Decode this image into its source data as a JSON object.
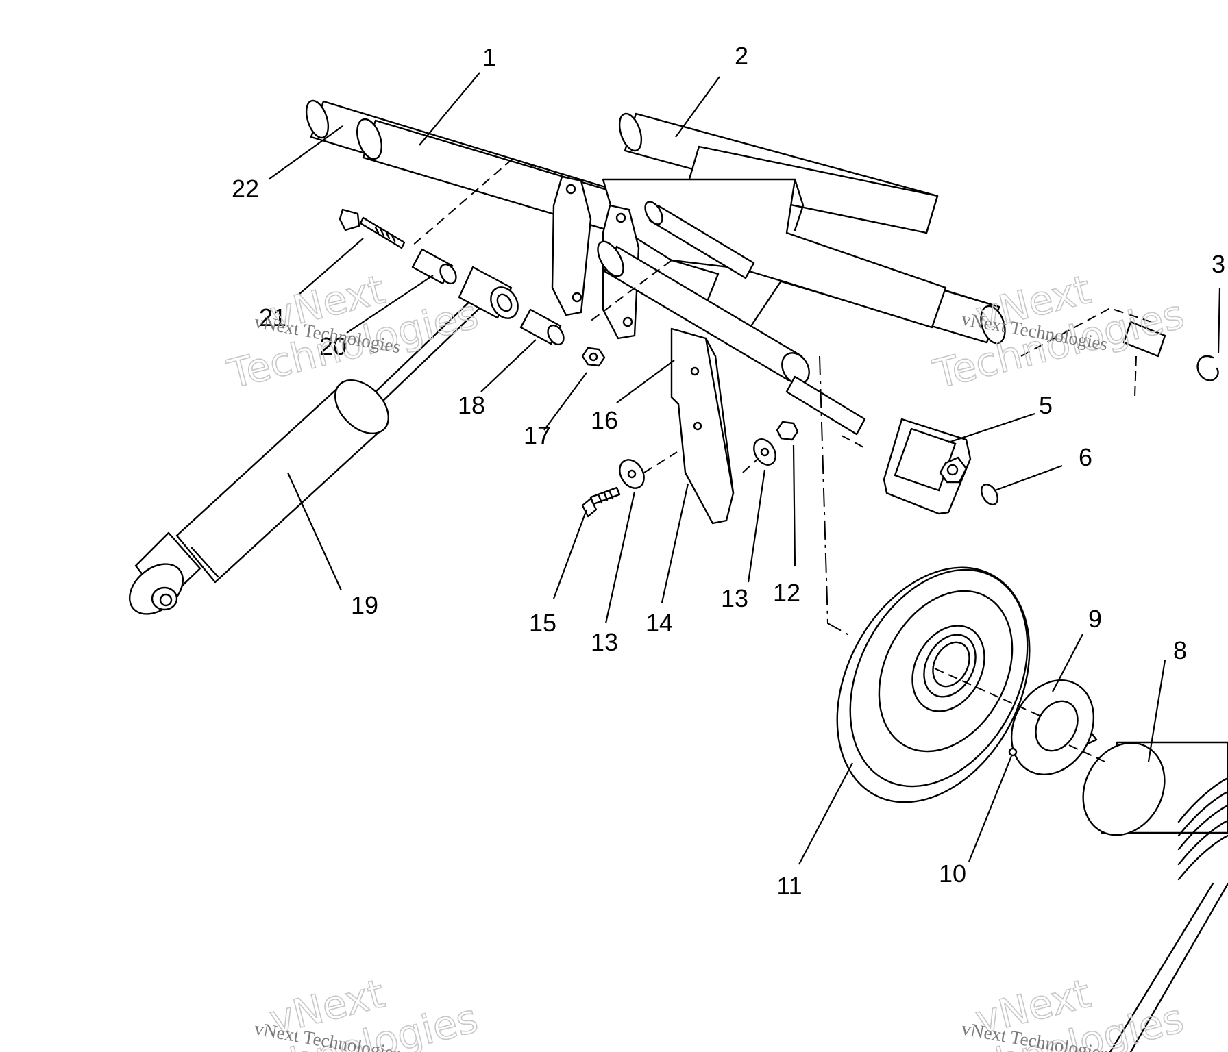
{
  "diagram": {
    "callouts": [
      {
        "id": "c1",
        "text": "1"
      },
      {
        "id": "c2",
        "text": "2"
      },
      {
        "id": "c3",
        "text": "3"
      },
      {
        "id": "c5",
        "text": "5"
      },
      {
        "id": "c6",
        "text": "6"
      },
      {
        "id": "c8",
        "text": "8"
      },
      {
        "id": "c9",
        "text": "9"
      },
      {
        "id": "c10",
        "text": "10"
      },
      {
        "id": "c11",
        "text": "11"
      },
      {
        "id": "c12",
        "text": "12"
      },
      {
        "id": "c13a",
        "text": "13"
      },
      {
        "id": "c13b",
        "text": "13"
      },
      {
        "id": "c14",
        "text": "14"
      },
      {
        "id": "c15",
        "text": "15"
      },
      {
        "id": "c16",
        "text": "16"
      },
      {
        "id": "c17",
        "text": "17"
      },
      {
        "id": "c18",
        "text": "18"
      },
      {
        "id": "c19",
        "text": "19"
      },
      {
        "id": "c20",
        "text": "20"
      },
      {
        "id": "c21",
        "text": "21"
      },
      {
        "id": "c22",
        "text": "22"
      }
    ]
  },
  "watermark": {
    "line1": "vNext",
    "line2": "Technologies",
    "caption": "vNext Technologies"
  }
}
